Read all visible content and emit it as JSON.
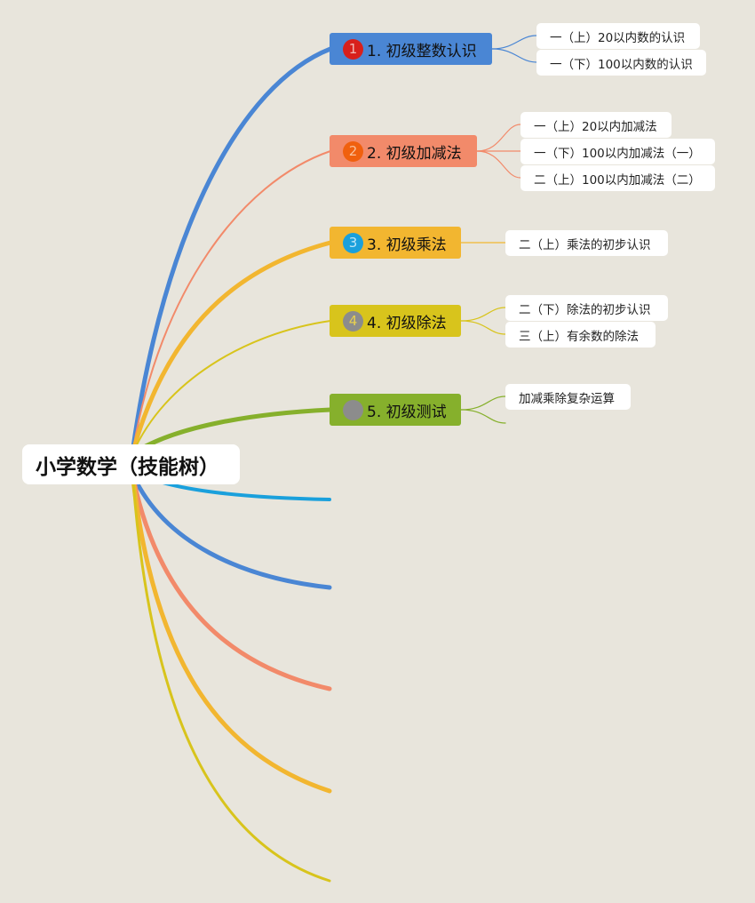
{
  "root": {
    "label": "小学数学（技能树）"
  },
  "branches": [
    {
      "label": "1. 初级整数认识",
      "marker": "1",
      "color": "#4a86d4",
      "marker_color": "#d8201c",
      "marker_text_color": "#f2b8b4",
      "children": [
        "一（上）20以内数的认识",
        "一（下）100以内数的认识"
      ]
    },
    {
      "label": "2. 初级加减法",
      "marker": "2",
      "color": "#f28a6a",
      "marker_color": "#f0600e",
      "marker_text_color": "#f9c09a",
      "children": [
        "一（上）20以内加减法",
        "一（下）100以内加减法（一）",
        "二（上）100以内加减法（二）"
      ]
    },
    {
      "label": "3. 初级乘法",
      "marker": "3",
      "color": "#f2b630",
      "marker_color": "#1aa0dc",
      "marker_text_color": "#bfe6f6",
      "children": [
        "二（上）乘法的初步认识"
      ]
    },
    {
      "label": "4. 初级除法",
      "marker": "4",
      "color": "#d8c41c",
      "marker_color": "#8c8c8c",
      "marker_text_color": "#e8d050",
      "children": [
        "二（下）除法的初步认识",
        "三（上）有余数的除法"
      ]
    },
    {
      "label": "5. 初级测试",
      "marker": "",
      "color": "#86b02c",
      "marker_color": "#8c8c8c",
      "marker_text_color": "#a0a0a0",
      "children": [
        "加减乘除复杂运算"
      ]
    }
  ],
  "colors": {
    "background": "#e8e5dc",
    "extra_blue": "#1aa0dc"
  }
}
